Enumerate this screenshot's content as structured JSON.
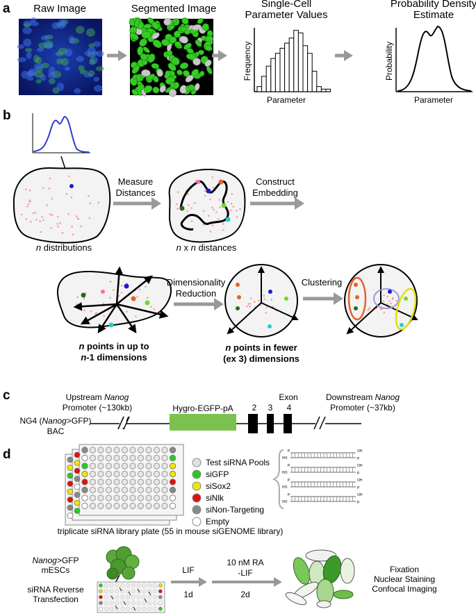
{
  "panels": {
    "a": "a",
    "b": "b",
    "c": "c",
    "d": "d"
  },
  "panel_a": {
    "raw_title": "Raw Image",
    "seg_title": "Segmented Image",
    "hist_title_1": "Single-Cell",
    "hist_title_2": "Parameter Values",
    "hist_ylabel": "Frequency",
    "hist_xlabel": "Parameter",
    "pdf_title_1": "Probability Density",
    "pdf_title_2": "Estimate",
    "pdf_ylabel": "Probability",
    "pdf_xlabel": "Parameter",
    "hist_values": [
      2,
      6,
      10,
      13,
      15,
      17,
      19,
      21,
      24,
      23,
      18,
      15,
      8,
      2,
      1,
      1
    ]
  },
  "panel_b": {
    "measure_1": "Measure",
    "measure_2": "Distances",
    "construct_1": "Construct",
    "construct_2": "Embedding",
    "n_dist_n": "n",
    "n_dist_rest": " distributions",
    "nxn_n1": "n",
    "nxn_x": " x ",
    "nxn_n2": "n",
    "nxn_rest": " distances",
    "dimred_1": "Dimensionality",
    "dimred_2": "Reduction",
    "clustering": "Clustering",
    "pts_up_1_n": "n",
    "pts_up_1_rest": " points in up to",
    "pts_up_2_n": "n",
    "pts_up_2_rest": "-1 dimensions",
    "pts_few_1_n": "n",
    "pts_few_1_rest": " points in fewer",
    "pts_few_2": "(ex 3) dimensions"
  },
  "panel_c": {
    "upstream_1a": "Upstream ",
    "upstream_1b": "Nanog",
    "upstream_2": "Promoter (~130kb)",
    "hygro": "Hygro-EGFP-pA",
    "exon_label": "Exon",
    "exon_nums": [
      "2",
      "3",
      "4"
    ],
    "downstream_1a": "Downstream ",
    "downstream_1b": "Nanog",
    "downstream_2": "Promoter (~37kb)",
    "ng4_a": "NG4 (",
    "ng4_b": "Nanog",
    "ng4_c": ">GFP)",
    "bac": "BAC"
  },
  "panel_d": {
    "legend": [
      {
        "label": "Test siRNA Pools",
        "color": "#e0e0e0"
      },
      {
        "label": "siGFP",
        "color": "#22cc22"
      },
      {
        "label": "siSox2",
        "color": "#f2e600"
      },
      {
        "label": "siNlk",
        "color": "#e01010"
      },
      {
        "label": "siNon-Targeting",
        "color": "#8a8a8a"
      },
      {
        "label": "Empty",
        "color": "#ffffff"
      }
    ],
    "plate_caption": "triplicate siRNA library plate (55 in mouse siGENOME library)",
    "nanog_a": "Nanog",
    "nanog_b": ">GFP",
    "mescs": "mESCs",
    "sirna_1": "siRNA Reverse",
    "sirna_2": "Transfection",
    "lif": "LIF",
    "day1": "1d",
    "ra": "10 nM RA",
    "minus_lif": "-LIF",
    "day2": "2d",
    "fix_1": "Fixation",
    "fix_2": "Nuclear Staining",
    "fix_3": "Confocal Imaging",
    "sirna_p": "P",
    "sirna_oh": "OH",
    "sirna_ho": "HO"
  }
}
